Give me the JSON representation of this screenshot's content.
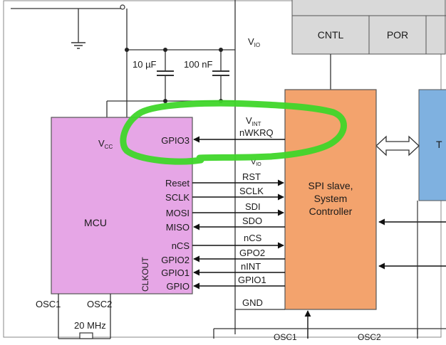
{
  "mcu": {
    "vcc_label": "V",
    "vcc_sub": "CC",
    "name": "MCU",
    "clkout": "CLKOUT",
    "pins": {
      "gpio3": "GPIO3",
      "reset": "Reset",
      "sclk": "SCLK",
      "mosi": "MOSI",
      "miso": "MISO",
      "ncs": "nCS",
      "gpio2": "GPIO2",
      "gpio1": "GPIO1",
      "gpio": "GPIO"
    },
    "osc1": "OSC1",
    "osc2": "OSC2",
    "crystal": "20 MHz"
  },
  "capacitors": {
    "c1": "10 µF",
    "c2": "100 nF"
  },
  "vio": {
    "label": "V",
    "sub": "IO"
  },
  "vio_small": {
    "label": "V",
    "sub": "IO"
  },
  "vint": {
    "label": "V",
    "sub": "INT"
  },
  "top_blocks": {
    "cntl": "CNTL",
    "por": "POR"
  },
  "controller": {
    "line1": "SPI slave,",
    "line2": "System",
    "line3": "Controller"
  },
  "signals": {
    "nwkrq": "nWKRQ",
    "rst": "RST",
    "sclk": "SCLK",
    "sdi": "SDI",
    "sdo": "SDO",
    "ncs": "nCS",
    "gpo2": "GPO2",
    "nint": "nINT",
    "gpio1": "GPIO1",
    "gnd": "GND",
    "osc1": "OSC1",
    "osc2": "OSC2"
  },
  "right_block_letter": "T",
  "colors": {
    "mcu_fill": "#e6a6e6",
    "controller_fill": "#f3a36d",
    "top_block_fill": "#d9d9d9",
    "right_block_fill": "#7fb1e0",
    "highlight": "#3fd62a"
  }
}
